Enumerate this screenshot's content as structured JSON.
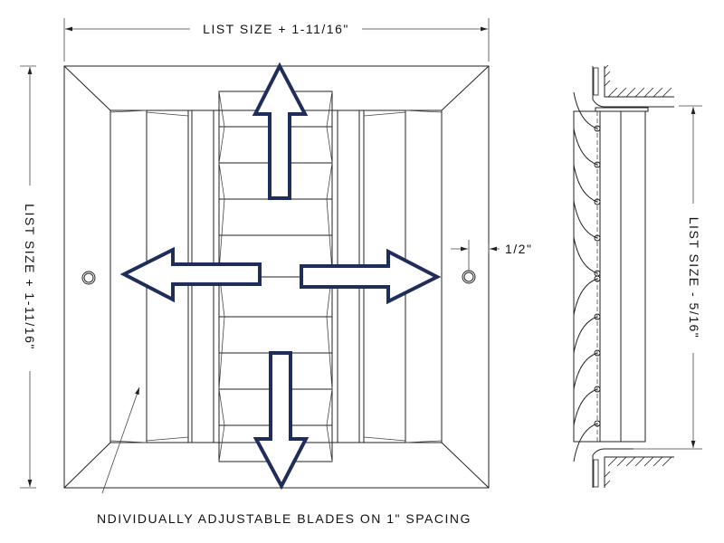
{
  "dimensions": {
    "top_width": "LIST SIZE + 1-11/16\"",
    "left_height": "LIST SIZE + 1-11/16\"",
    "side_height": "LIST SIZE - 5/16\"",
    "offset": "1/2\""
  },
  "callout": "NDIVIDUALLY ADJUSTABLE BLADES ON 1\" SPACING",
  "colors": {
    "arrow": "#1f2d5a",
    "line": "#222222"
  }
}
